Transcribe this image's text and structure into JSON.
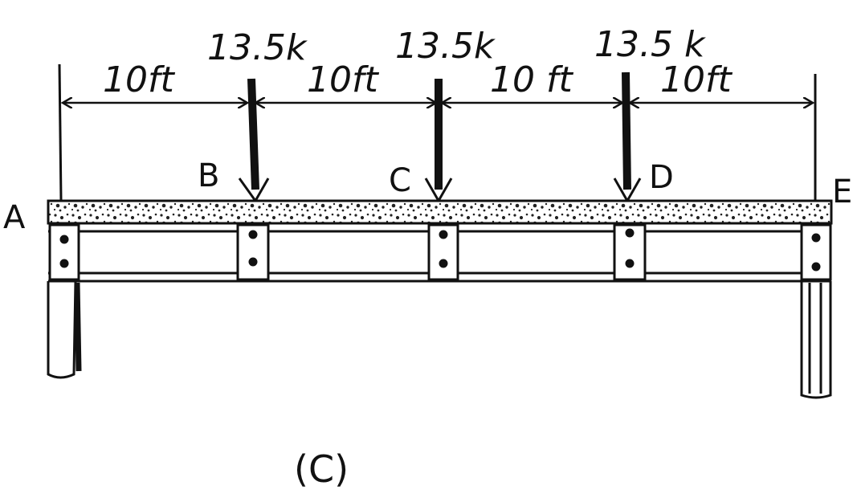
{
  "figure": {
    "caption": "(C)",
    "colors": {
      "ink": "#111111",
      "paper": "#ffffff"
    }
  },
  "loads": [
    {
      "label": "13.5k",
      "at_point": "B"
    },
    {
      "label": "13.5k",
      "at_point": "C"
    },
    {
      "label": "13.5 k",
      "at_point": "D"
    }
  ],
  "spans": [
    {
      "label": "10ft",
      "from": "A",
      "to": "B"
    },
    {
      "label": "10ft",
      "from": "B",
      "to": "C"
    },
    {
      "label": "10 ft",
      "from": "C",
      "to": "D"
    },
    {
      "label": "10ft",
      "from": "D",
      "to": "E"
    }
  ],
  "points": [
    "A",
    "B",
    "C",
    "D",
    "E"
  ]
}
